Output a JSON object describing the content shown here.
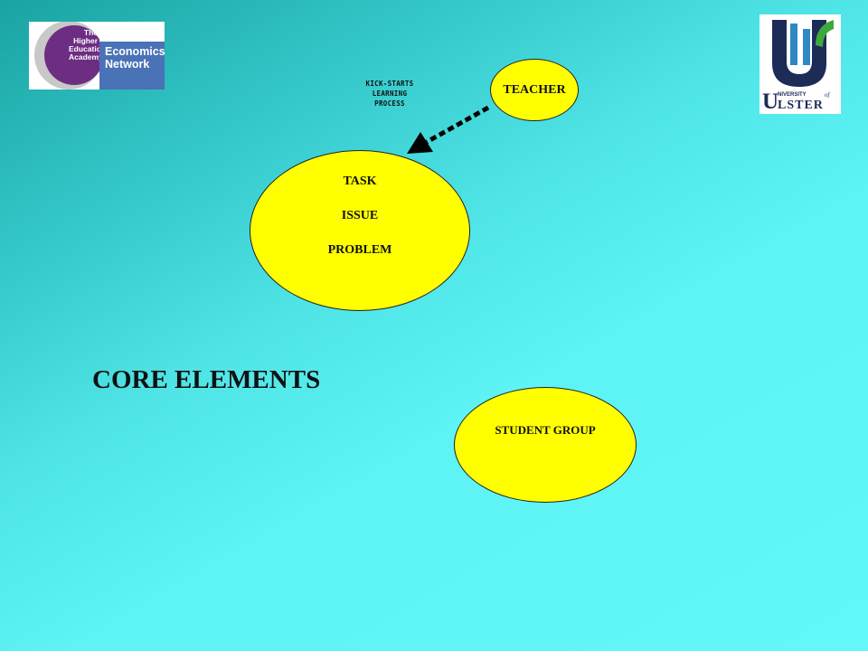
{
  "logos": {
    "hea": {
      "left_lines": [
        "The",
        "Higher",
        "Education",
        "Academy"
      ],
      "right_lines": [
        "Economics",
        "Network"
      ],
      "colors": {
        "purple": "#6d2d83",
        "grey": "#c8c8c8",
        "blue": "#4a72b6"
      }
    },
    "ulster": {
      "big_letter": "U",
      "university_text": "NIVERSITY",
      "of_text": "of",
      "ster_text": "LSTER",
      "colors": {
        "navy": "#1d2b57",
        "green": "#3fa83c",
        "blue": "#2f88c2"
      }
    }
  },
  "diagram": {
    "teacher": "TEACHER",
    "task_lines": [
      "TASK",
      "ISSUE",
      "PROBLEM"
    ],
    "student_group": "STUDENT GROUP",
    "arrow_label_lines": [
      "KICK-STARTS",
      "LEARNING",
      "PROCESS"
    ],
    "title": "CORE ELEMENTS",
    "fill_color": "#ffff00"
  }
}
